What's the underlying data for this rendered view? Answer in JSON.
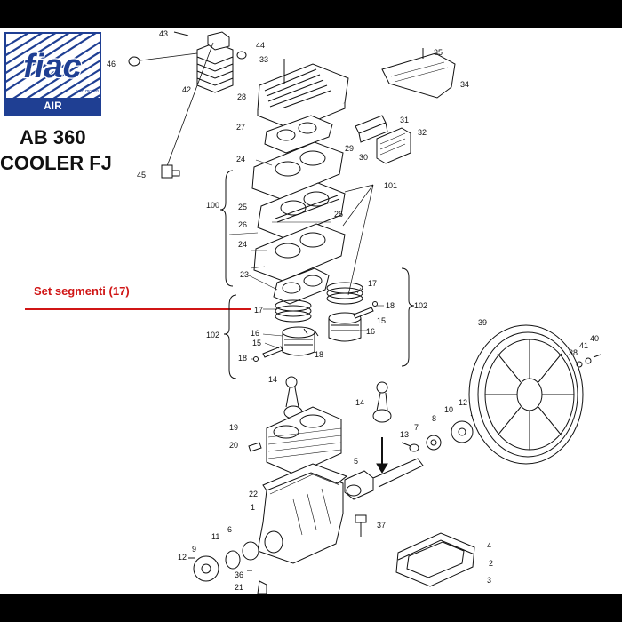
{
  "brand": {
    "logo_text": "fiac",
    "logo_tagline": "auto motion",
    "bar_text": "AIR COMPRESSORS",
    "accent": "#1f3f93"
  },
  "model": {
    "name": "AB 360",
    "variant": "COOLER FJ"
  },
  "annotation": {
    "text": "Set segmenti (17)",
    "color": "#d01515"
  },
  "labels": {
    "n1": "1",
    "n2": "2",
    "n3": "3",
    "n4": "4",
    "n5": "5",
    "n6": "6",
    "n7": "7",
    "n8": "8",
    "n9": "9",
    "n10": "10",
    "n11": "11",
    "n12": "12",
    "n13": "13",
    "n14a": "14",
    "n14b": "14",
    "n15a": "15",
    "n15b": "15",
    "n16a": "16",
    "n16b": "16",
    "n17a": "17",
    "n17b": "17",
    "n18a": "18",
    "n18b": "18",
    "n18c": "18",
    "n19": "19",
    "n20": "20",
    "n21": "21",
    "n22": "22",
    "n23": "23",
    "n24a": "24",
    "n24b": "24",
    "n25": "25",
    "n26a": "26",
    "n26b": "26",
    "n27": "27",
    "n28": "28",
    "n29": "29",
    "n30": "30",
    "n31": "31",
    "n32": "32",
    "n33": "33",
    "n34": "34",
    "n35": "35",
    "n36": "36",
    "n37": "37",
    "n38": "38",
    "n39": "39",
    "n40": "40",
    "n41": "41",
    "n42": "42",
    "n43": "43",
    "n44": "44",
    "n45": "45",
    "n46": "46",
    "n100": "100",
    "n101": "101",
    "n102a": "102",
    "n102b": "102"
  }
}
